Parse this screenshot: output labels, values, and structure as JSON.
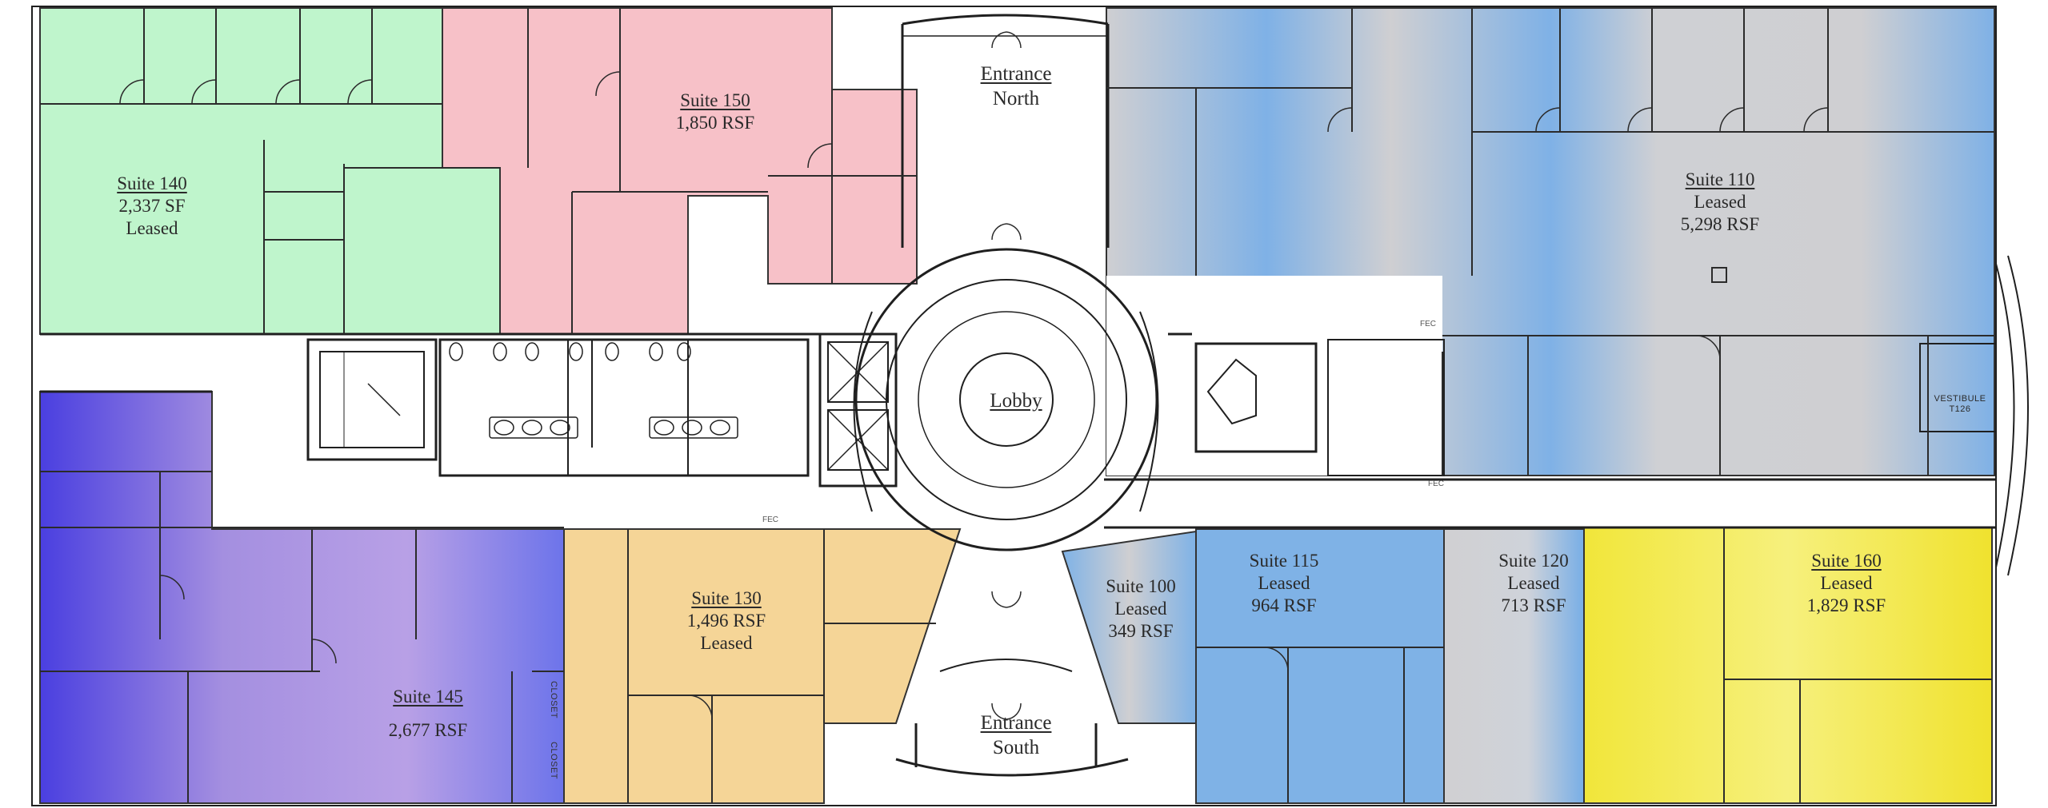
{
  "suites": [
    {
      "id": "140",
      "name": "Suite 140",
      "area": "2,337 SF",
      "status": "Leased"
    },
    {
      "id": "150",
      "name": "Suite 150",
      "area": "1,850 RSF",
      "status": ""
    },
    {
      "id": "110",
      "name": "Suite 110",
      "area": "5,298 RSF",
      "status": "Leased"
    },
    {
      "id": "145",
      "name": "Suite 145",
      "area": "2,677 RSF",
      "status": ""
    },
    {
      "id": "130",
      "name": "Suite 130",
      "area": "1,496 RSF",
      "status": "Leased"
    },
    {
      "id": "100",
      "name": "Suite 100",
      "area": "349 RSF",
      "status": "Leased"
    },
    {
      "id": "115",
      "name": "Suite 115",
      "area": "964 RSF",
      "status": "Leased"
    },
    {
      "id": "120",
      "name": "Suite 120",
      "area": "713 RSF",
      "status": "Leased"
    },
    {
      "id": "160",
      "name": "Suite 160",
      "area": "1,829 RSF",
      "status": "Leased"
    }
  ],
  "common": {
    "entrance_north_1": "Entrance",
    "entrance_north_2": "North",
    "entrance_south_1": "Entrance",
    "entrance_south_2": "South",
    "lobby": "Lobby",
    "vestibule": "VESTIBULE",
    "vestibule_code": "T126",
    "fec": "FEC",
    "closet": "CLOSET"
  },
  "colors": {
    "green": "#bff5cc",
    "pink": "#f7c1c8",
    "purple_left": "#5a4de0",
    "purple_right": "#b79ee0",
    "orange": "#f5d597",
    "blue": "#7fb2e6",
    "gray": "#cdcdd0",
    "yellow": "#f2ea3c",
    "wall": "#1f1f1f"
  }
}
